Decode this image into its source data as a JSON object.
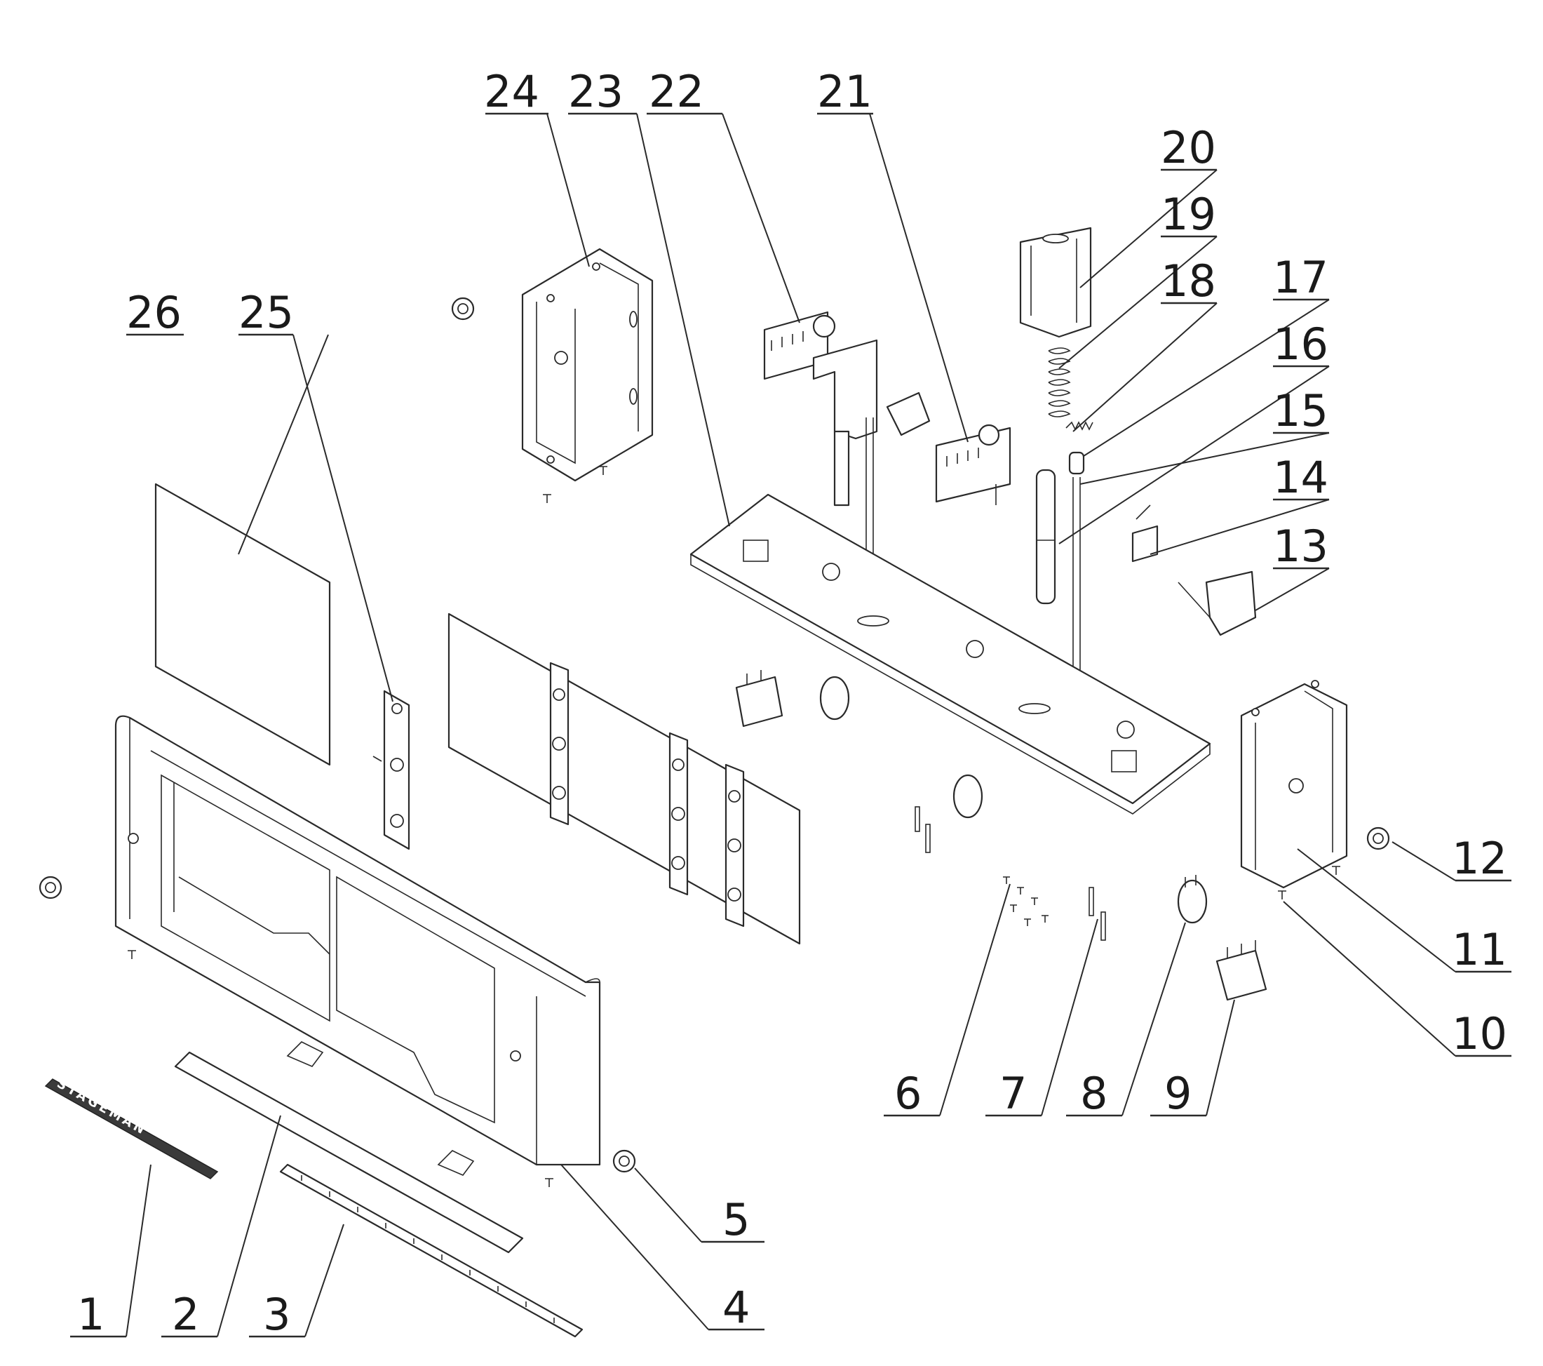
{
  "callouts": [
    {
      "id": "1",
      "label": "1"
    },
    {
      "id": "2",
      "label": "2"
    },
    {
      "id": "3",
      "label": "3"
    },
    {
      "id": "4",
      "label": "4"
    },
    {
      "id": "5",
      "label": "5"
    },
    {
      "id": "6",
      "label": "6"
    },
    {
      "id": "7",
      "label": "7"
    },
    {
      "id": "8",
      "label": "8"
    },
    {
      "id": "9",
      "label": "9"
    },
    {
      "id": "10",
      "label": "10"
    },
    {
      "id": "11",
      "label": "11"
    },
    {
      "id": "12",
      "label": "12"
    },
    {
      "id": "13",
      "label": "13"
    },
    {
      "id": "14",
      "label": "14"
    },
    {
      "id": "15",
      "label": "15"
    },
    {
      "id": "16",
      "label": "16"
    },
    {
      "id": "17",
      "label": "17"
    },
    {
      "id": "18",
      "label": "18"
    },
    {
      "id": "19",
      "label": "19"
    },
    {
      "id": "20",
      "label": "20"
    },
    {
      "id": "21",
      "label": "21"
    },
    {
      "id": "22",
      "label": "22"
    },
    {
      "id": "23",
      "label": "23"
    },
    {
      "id": "24",
      "label": "24"
    },
    {
      "id": "25",
      "label": "25"
    },
    {
      "id": "26",
      "label": "26"
    }
  ],
  "logo_text": "STAGEMAN"
}
